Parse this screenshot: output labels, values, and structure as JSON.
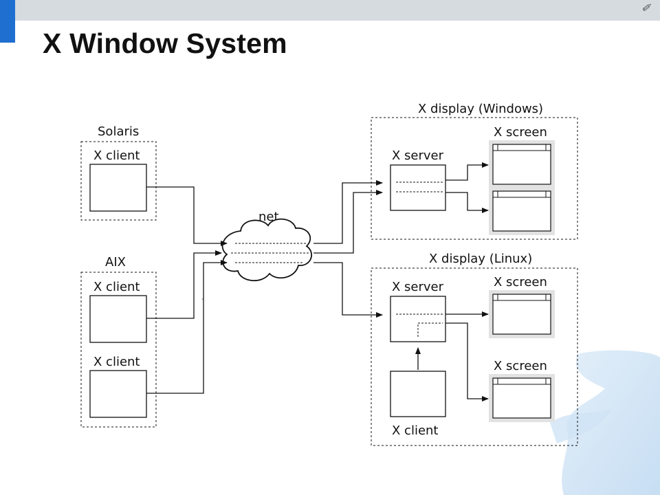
{
  "header": {
    "title": "X Window System",
    "logo_icon": "sketch-figure-logo"
  },
  "diagram": {
    "net_label": "net",
    "solaris": {
      "label": "Solaris",
      "client_label": "X client"
    },
    "aix": {
      "label": "AIX",
      "client1_label": "X client",
      "client2_label": "X client"
    },
    "windows_display": {
      "label": "X display (Windows)",
      "server_label": "X server",
      "screen_label": "X screen"
    },
    "linux_display": {
      "label": "X display (Linux)",
      "server_label": "X server",
      "screen1_label": "X screen",
      "screen2_label": "X screen",
      "client_label": "X client"
    }
  },
  "colors": {
    "accent": "#1f6fd1",
    "topbar": "#d6dbe0",
    "line": "#111111",
    "screen_frame": "#e2e2e2"
  }
}
